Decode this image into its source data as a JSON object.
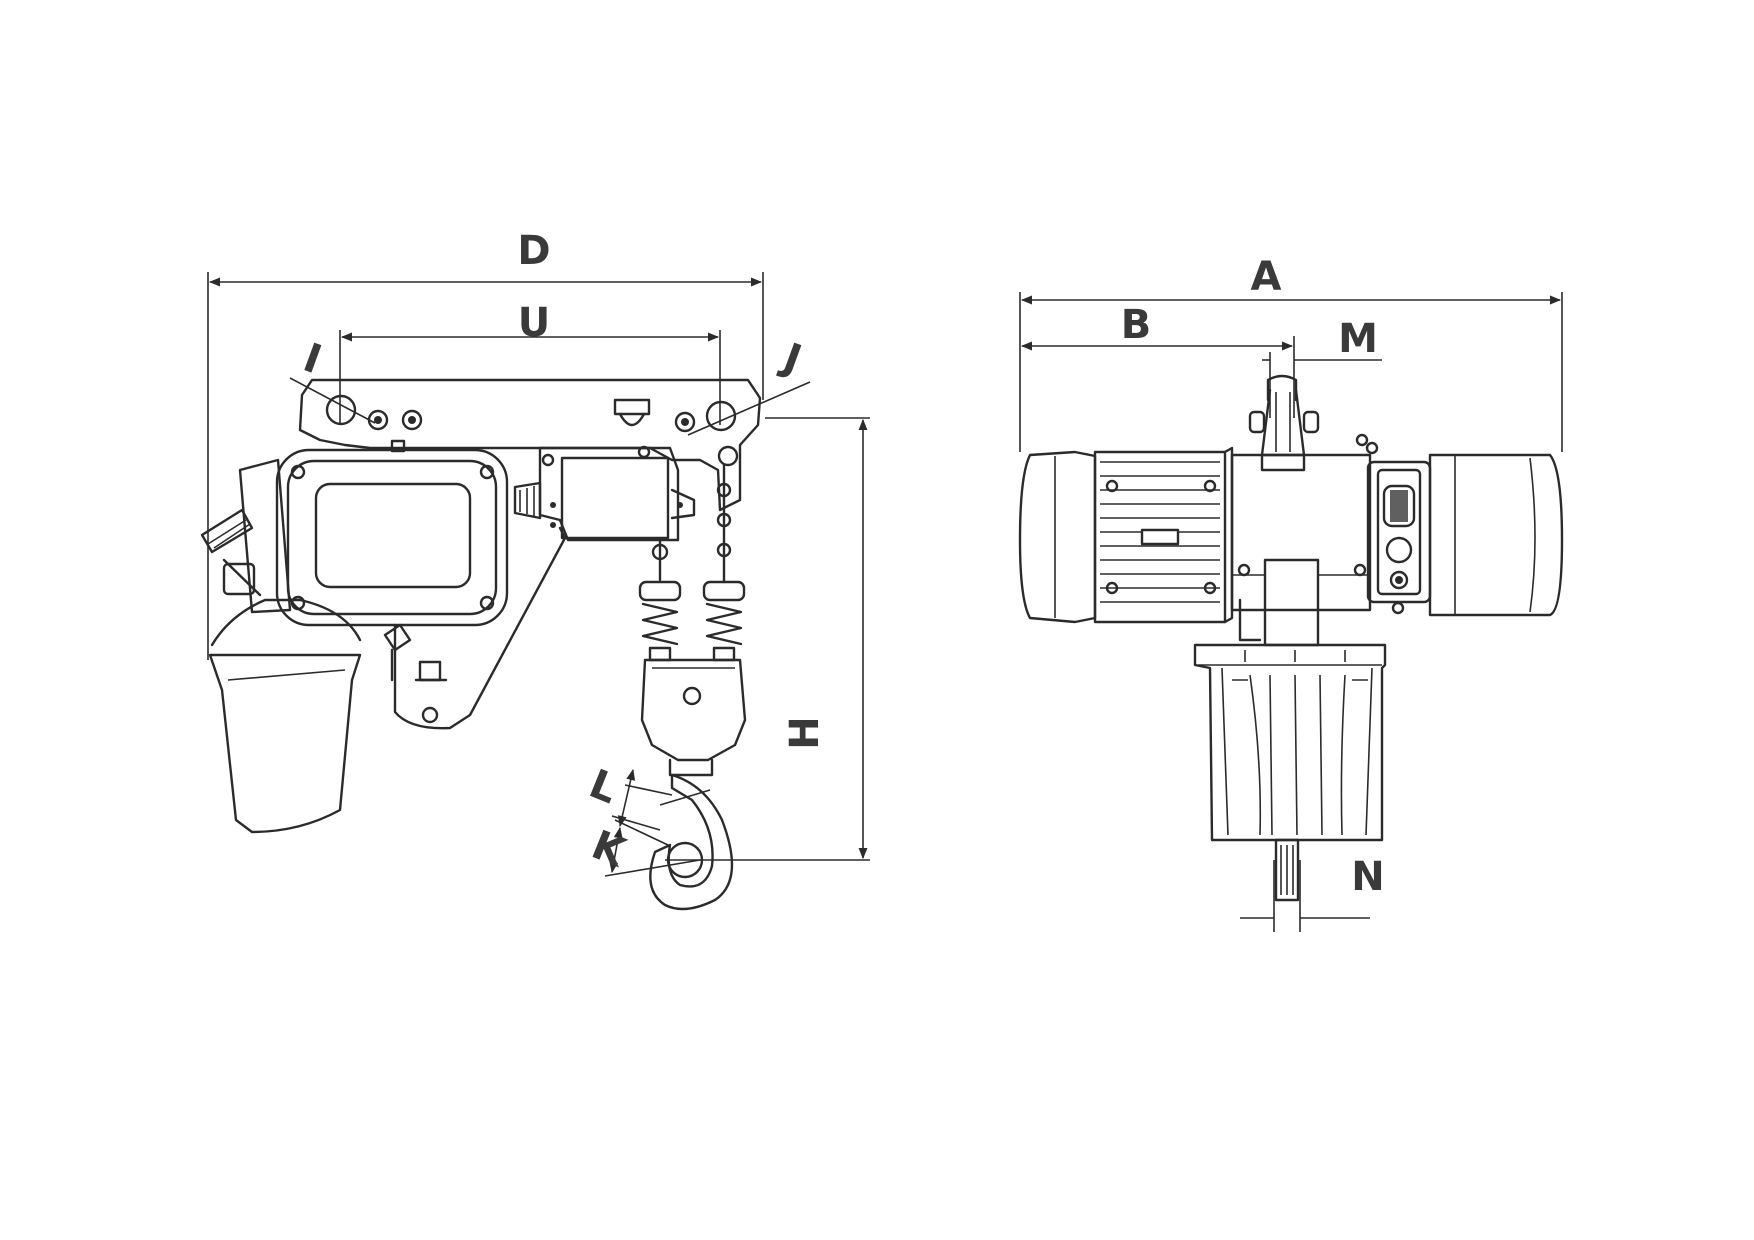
{
  "diagram": {
    "labels": {
      "D": "D",
      "U": "U",
      "I": "I",
      "J": "J",
      "H": "H",
      "L": "L",
      "K": "K",
      "A": "A",
      "B": "B",
      "M": "M",
      "N": "N"
    },
    "colors": {
      "line": "#2b2b2b",
      "label": "#3a3a3a",
      "background": "#ffffff"
    }
  }
}
